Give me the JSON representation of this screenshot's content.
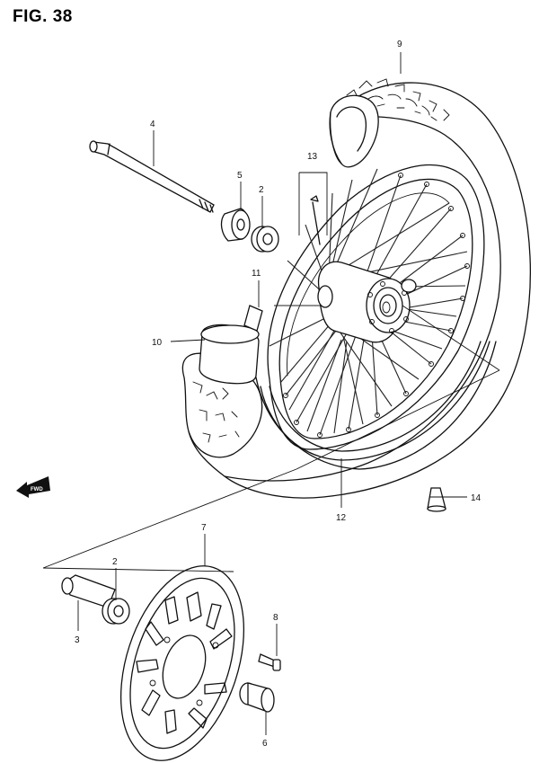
{
  "figure": {
    "title": "FIG. 38"
  },
  "direction_badge": {
    "label": "FWD",
    "icon": "fwd-arrow-icon"
  },
  "callouts": [
    {
      "id": "c9",
      "label": "9"
    },
    {
      "id": "c4",
      "label": "4"
    },
    {
      "id": "c13",
      "label": "13"
    },
    {
      "id": "c5",
      "label": "5"
    },
    {
      "id": "c2a",
      "label": "2"
    },
    {
      "id": "c11",
      "label": "11"
    },
    {
      "id": "c10",
      "label": "10"
    },
    {
      "id": "c12",
      "label": "12"
    },
    {
      "id": "c14",
      "label": "14"
    },
    {
      "id": "c7",
      "label": "7"
    },
    {
      "id": "c2b",
      "label": "2"
    },
    {
      "id": "c3",
      "label": "3"
    },
    {
      "id": "c8",
      "label": "8"
    },
    {
      "id": "c6",
      "label": "6"
    }
  ],
  "colors": {
    "ink": "#111111",
    "paper": "#ffffff"
  }
}
